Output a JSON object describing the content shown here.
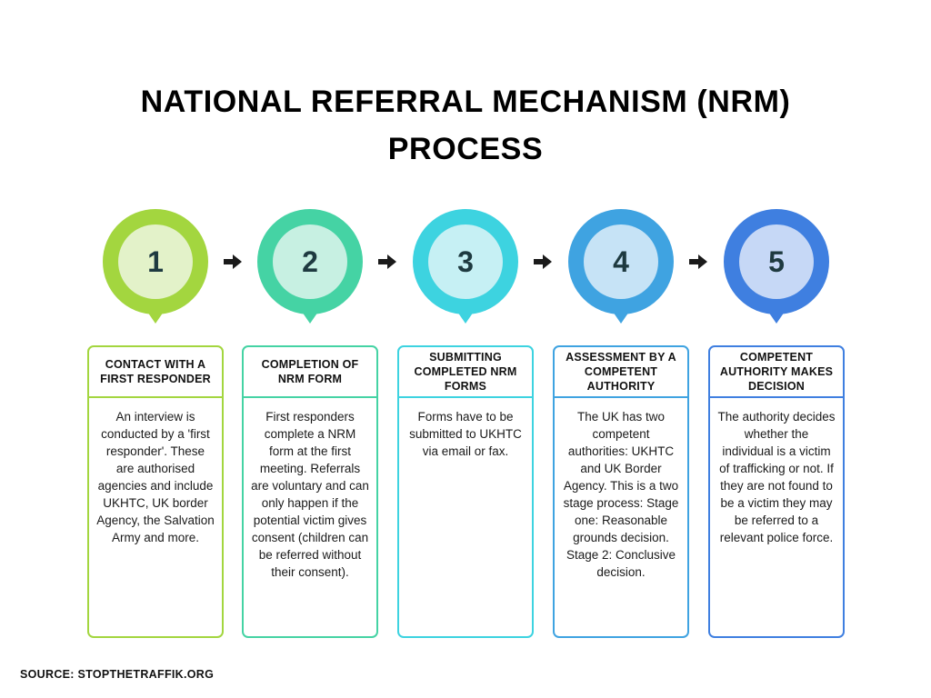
{
  "title": {
    "line1": "NATIONAL REFERRAL MECHANISM (NRM)",
    "line2": "PROCESS"
  },
  "steps": [
    {
      "number": "1",
      "heading": "CONTACT WITH A FIRST RESPONDER",
      "body": "An interview is conducted by a 'first responder'. These are authorised agencies and include UKHTC, UK border Agency, the Salvation Army and more.",
      "color": "#a3d63f",
      "inner_color": "#e3f2c9"
    },
    {
      "number": "2",
      "heading": "COMPLETION OF NRM FORM",
      "body": "First responders complete a NRM form at the first meeting. Referrals are voluntary and can only happen if the potential victim gives consent (children  can be referred without their consent).",
      "color": "#45d3a4",
      "inner_color": "#c7f0e2"
    },
    {
      "number": "3",
      "heading": "SUBMITTING COMPLETED NRM FORMS",
      "body": "Forms have to be submitted to UKHTC via email or fax.",
      "color": "#3dd3e0",
      "inner_color": "#c6f0f4"
    },
    {
      "number": "4",
      "heading": "ASSESSMENT BY A COMPETENT AUTHORITY",
      "body": "The UK has two competent authorities: UKHTC and UK Border Agency. This is a two stage process: Stage one: Reasonable grounds decision. Stage 2: Conclusive decision.",
      "color": "#3fa3e1",
      "inner_color": "#c6e3f6"
    },
    {
      "number": "5",
      "heading": "COMPETENT AUTHORITY MAKES DECISION",
      "body": "The authority decides whether the individual is a victim of trafficking or not. If they are not found to be a victim they may be referred to a relevant police force.",
      "color": "#3f7fe0",
      "inner_color": "#c6d8f6"
    }
  ],
  "arrow_icon": "right-arrow-icon",
  "arrow_color": "#1a1a1a",
  "source": "SOURCE: STOPTHETRAFFIK.ORG"
}
